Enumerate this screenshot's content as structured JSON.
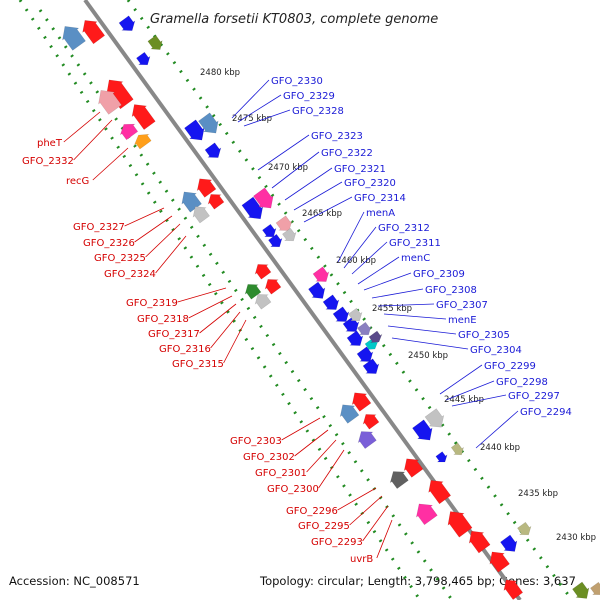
{
  "title": "Gramella forsetii KT0803, complete genome",
  "footer": {
    "accession": "Accession: NC_008571",
    "summary": "Topology: circular; Length: 3,798,465 bp; Genes: 3,637"
  },
  "colors": {
    "forward_label": "#1a1ad6",
    "reverse_label": "#d40000",
    "backbone": "#888888",
    "tick_dots": "#228b22"
  },
  "kbp_ticks": [
    "2480 kbp",
    "2475 kbp",
    "2470 kbp",
    "2465 kbp",
    "2460 kbp",
    "2455 kbp",
    "2450 kbp",
    "2445 kbp",
    "2440 kbp",
    "2435 kbp",
    "2430 kbp"
  ],
  "forward_labels": [
    "GFO_2330",
    "GFO_2329",
    "GFO_2328",
    "GFO_2323",
    "GFO_2322",
    "GFO_2321",
    "GFO_2320",
    "GFO_2314",
    "menA",
    "GFO_2312",
    "GFO_2311",
    "menC",
    "GFO_2309",
    "GFO_2308",
    "GFO_2307",
    "menE",
    "GFO_2305",
    "GFO_2304",
    "GFO_2299",
    "GFO_2298",
    "GFO_2297",
    "GFO_2294"
  ],
  "reverse_labels": [
    "pheT",
    "GFO_2332",
    "recG",
    "GFO_2327",
    "GFO_2326",
    "GFO_2325",
    "GFO_2324",
    "GFO_2319",
    "GFO_2318",
    "GFO_2317",
    "GFO_2316",
    "GFO_2315",
    "GFO_2303",
    "GFO_2302",
    "GFO_2301",
    "GFO_2300",
    "GFO_2296",
    "GFO_2295",
    "GFO_2293",
    "uvrB"
  ]
}
